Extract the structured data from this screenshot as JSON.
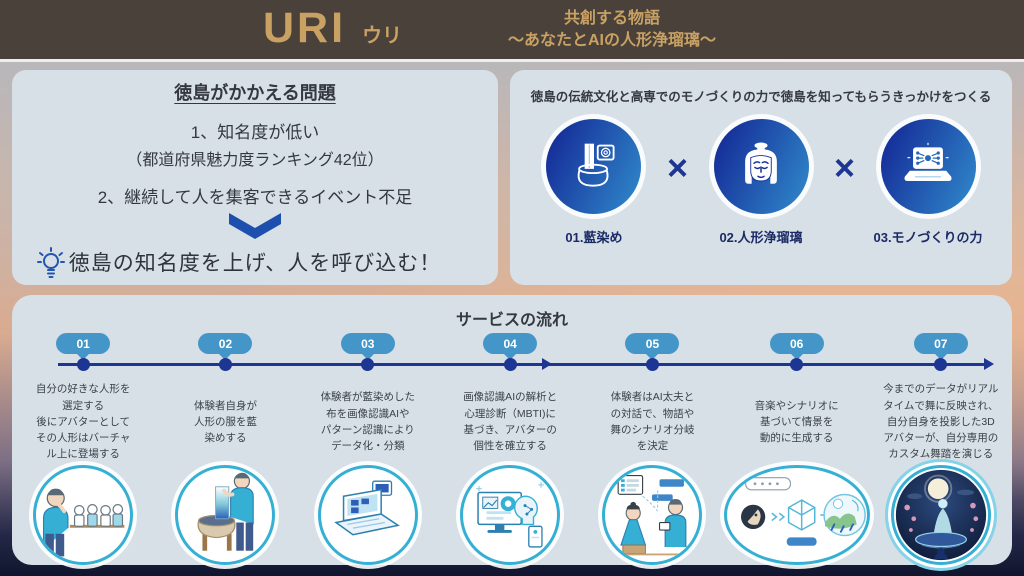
{
  "header": {
    "title": "URI",
    "title_kana": "ウリ",
    "subtitle_line1": "共創する物語",
    "subtitle_line2": "〜あなたとAIの人形浄瑠璃〜"
  },
  "problem_panel": {
    "title": "徳島がかかえる問題",
    "item1": "1、知名度が低い",
    "item1_note": "（都道府県魅力度ランキング42位）",
    "item2": "2、継続して人を集客できるイベント不足",
    "goal": "徳島の知名度を上げ、人を呼び込む！"
  },
  "solution_panel": {
    "title": "徳島の伝統文化と高専でのモノづくりの力で徳島を知ってもらうきっかけをつくる",
    "multiply_sign": "×",
    "items": [
      {
        "label": "01.藍染め"
      },
      {
        "label": "02.人形浄瑠璃"
      },
      {
        "label": "03.モノづくりの力"
      }
    ]
  },
  "flow_panel": {
    "title": "サービスの流れ",
    "steps": [
      {
        "number": "01",
        "description": [
          "自分の好きな人形を",
          "選定する",
          "後にアバターとして",
          "その人形はバーチャ",
          "ル上に登場する"
        ]
      },
      {
        "number": "02",
        "description": [
          "体験者自身が",
          "人形の服を藍",
          "染めする"
        ]
      },
      {
        "number": "03",
        "description": [
          "体験者が藍染めした",
          "布を画像認識AIや",
          "パターン認識により",
          "データ化・分類"
        ]
      },
      {
        "number": "04",
        "description": [
          "画像認識AIの解析と",
          "心理診断（MBTI)に",
          "基づき、アバターの",
          "個性を確立する"
        ]
      },
      {
        "number": "05",
        "description": [
          "体験者はAI太夫と",
          "の対話で、物語や",
          "舞のシナリオ分岐",
          "を決定"
        ]
      },
      {
        "number": "06",
        "description": [
          "音楽やシナリオに",
          "基づいて情景を",
          "動的に生成する"
        ]
      },
      {
        "number": "07",
        "description": [
          "今までのデータがリアル",
          "タイムで舞に反映され、",
          "自分自身を投影した3D",
          "アバターが、自分専用の",
          "カスタム舞踏を演じる"
        ]
      }
    ]
  },
  "colors": {
    "header_bg": "#4a413b",
    "header_text": "#c9a263",
    "panel_bg": "#d6e0e6",
    "navy": "#1d3593",
    "badge_blue": "#4596c8",
    "circle_gradient_start": "#16309a",
    "circle_gradient_end": "#2f86c9",
    "illustration_teal": "#35b0d4"
  }
}
